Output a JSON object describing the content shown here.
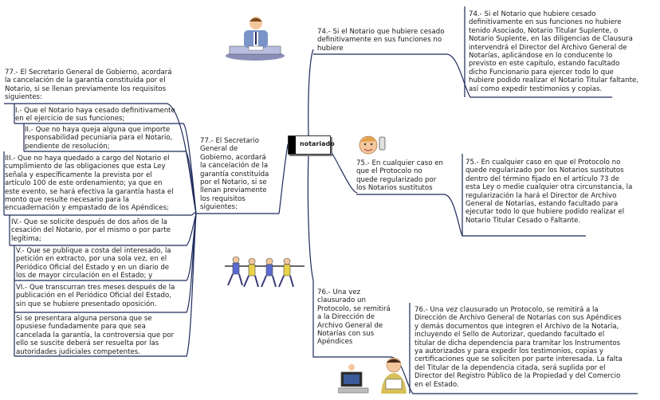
{
  "center": {
    "label": "notariado"
  },
  "colors": {
    "branch": "#1e2a5a",
    "box": "#000000"
  },
  "left": {
    "header": "77.- El Secretario General de Gobierno, acordará\nla cancelación de la garantía constituida por el\nNotario, si se llenan previamente los requisitos\nsiguientes:",
    "items": [
      "I.- Que el Notario haya cesado definitivamente\nen el ejercicio de sus funciones;",
      "II.- Que no haya queja alguna que importe\nresponsabilidad pecuniaria para el Notario,\npendiente de resolución;",
      "III.- Que no haya quedado a cargo del Notario el\ncumplimiento de las obligaciones que esta Ley\nseñala y específicamente la prevista por el\nartículo 100 de este ordenamiento; ya que en\neste evento, se hará efectiva la garantía hasta el\nmonto que resulte necesario para la\nencuadernación y empastado de los Apéndices;",
      "IV.- Que se solicite después de dos años de la\ncesación del Notario, por el mismo o por parte\nlegítima;",
      "V.- Que se publique a costa del interesado, la\npetición en extracto, por una sola vez, en el\nPeriódico Oficial del Estado y en un diario de\nlos de mayor circulación en el Estado; y",
      "VI.- Que transcurran tres meses después de la\npublicación en el Periódico Oficial del Estado,\nsin que se hubiere presentado oposición.",
      "Si se presentara alguna persona que se\nopusiese fundadamente para que sea\ncancelada la garantía, la controversia que por\nello se suscite deberá ser resuelta por las\nautoridades judiciales competentes."
    ]
  },
  "mid77": "77.- El Secretario\nGeneral de\nGobierno, acordará\nla cancelación de la\ngarantía constituida\npor el Notario, si se\nllenan previamente\nlos requisitos\nsiguientes:",
  "n74_short": "74.- Si el Notario que hubiere cesado\ndefinitivamente en sus funciones no\nhubiere",
  "n74_full": "74.- Si el Notario que hubiere cesado\ndefinitivamente en sus funciones no hubiere\ntenido Asociado, Notario Titular Suplente, o\nNotario Suplente, en las diligencias de Clausura\nintervendrá el Director del Archivo General de\nNotarías, aplicándose en lo conducente lo\nprevisto en este capítulo, estando facultado\ndicho Funcionario para ejercer todo lo que\nhubiere podido realizar el Notario Titular faltante,\nasí como expedir testimonios y copias.",
  "n75_short": "75.- En cualquier caso en\nque el Protocolo no\nquede regularizado por\nlos Notarios sustitutos",
  "n75_full": "75.- En cualquier caso en que el Protocolo no\nquede regularizado por los Notarios sustitutos\ndentro del término fijado en el artículo 73 de\nesta Ley o medie cualquier otra circunstancia, la\nregularización la hará el Director de Archivo\nGeneral de Notarías, estando facultado para\nejecutar todo lo que hubiere podido realizar el\nNotario Titular Cesado o Faltante.",
  "n76_short": "76.- Una vez\nclausurado un\nProtocolo, se remitirá\na la Dirección de\nArchivo General de\nNotarías con sus\nApéndices",
  "n76_full": "76.- Una vez clausurado un Protocolo, se remitirá a la\nDirección de Archivo General de Notarías con sus Apéndices\ny demás documentos que integren el Archivo de la Notaría,\nincluyendo el Sello de Autorizar, quedando facultado el\ntitular de dicha dependencia para tramitar los Instrumentos\nya autorizados y para expedir los testimonios, copias y\ncertificaciones que se soliciten por parte interesada.  La falta\ndel Titular de la dependencia citada, será suplida por el\nDirector del Registro Público de la Propiedad y del Comercio\nen el Estado.",
  "icons": [
    "person-at-desk-icon",
    "phone-person-icon",
    "tug-of-war-icon",
    "computer-user-icon",
    "reader-icon"
  ]
}
